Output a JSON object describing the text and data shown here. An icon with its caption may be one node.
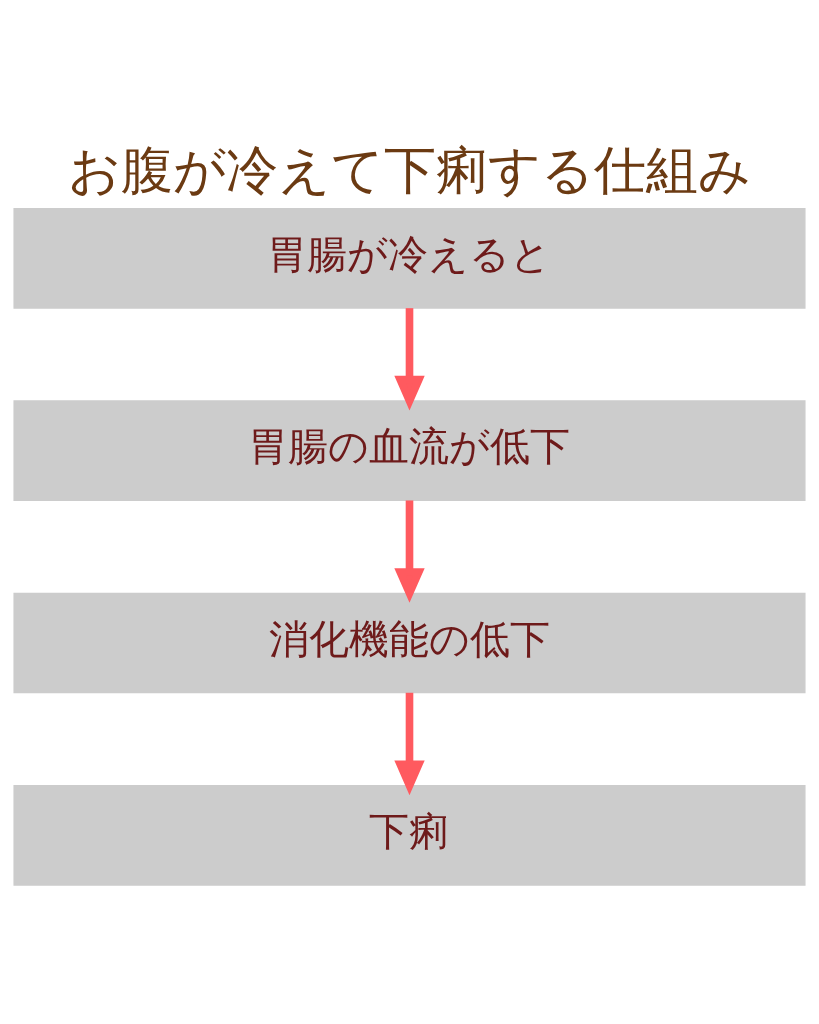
{
  "diagram": {
    "title": "お腹が冷えて下痢する仕組み",
    "nodes": [
      {
        "text": [
          "胃腸が冷えると"
        ]
      },
      {
        "text": [
          "胃腸の血流が低下"
        ]
      },
      {
        "text": [
          "消化機能の低下"
        ]
      },
      {
        "text": [
          "下痢"
        ]
      }
    ],
    "edges": [
      {
        "from": 0,
        "to": 1,
        "arrow": "to"
      },
      {
        "from": 1,
        "to": 2,
        "arrow": "to"
      },
      {
        "from": 2,
        "to": 3,
        "arrow": "to"
      }
    ]
  }
}
